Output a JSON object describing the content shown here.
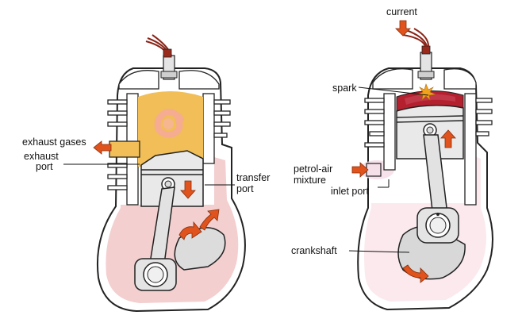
{
  "labels": {
    "exhaust_gases": "exhaust gases",
    "exhaust_port_1": "exhaust",
    "exhaust_port_2": "port",
    "transfer_port_1": "transfer",
    "transfer_port_2": "port",
    "current": "current",
    "spark": "spark",
    "petrol_air_1": "petrol-air",
    "petrol_air_2": "mixture",
    "inlet_port": "inlet port",
    "crankshaft": "crankshaft"
  },
  "colors": {
    "engine_body": "#ffffff",
    "crankcase_fill": "#f3cfcf",
    "crankcase_fill_right": "#fbe9ee",
    "combustion_gas": "#f1be57",
    "gas_swirl": "#f6a99a",
    "compressed_charge": "#b5202f",
    "metal": "#e4e4e4",
    "arrow": "#e0531c",
    "wire": "#8a2418"
  }
}
